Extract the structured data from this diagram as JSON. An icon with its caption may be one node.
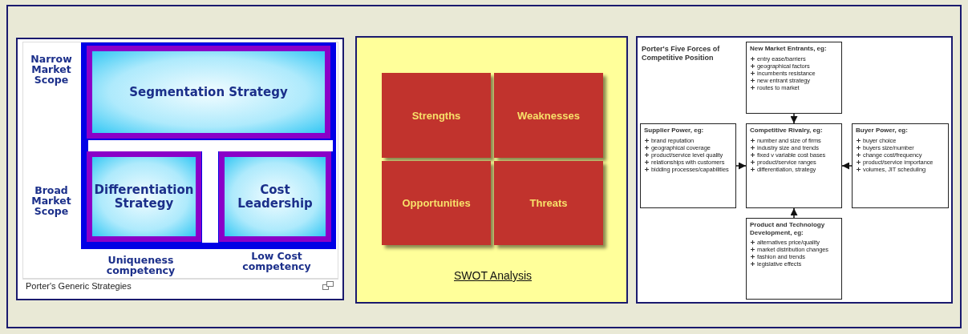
{
  "diagram": {
    "nodes": [
      {
        "text": [
          "Segmentation Strategy"
        ]
      },
      {
        "text": [
          "Differentiation Strategy"
        ]
      },
      {
        "text": [
          "Cost Leadership"
        ]
      },
      {
        "text": [
          "Strengths"
        ]
      },
      {
        "text": [
          "Weaknesses"
        ]
      },
      {
        "text": [
          "Opportunities"
        ]
      },
      {
        "text": [
          "Threats"
        ]
      },
      {
        "text": [
          "New Market Entrants, eg:",
          "entry ease/barriers",
          "geographical factors",
          "incumbents resistance",
          "new entrant strategy",
          "routes to market"
        ]
      },
      {
        "text": [
          "Supplier Power, eg:",
          "brand reputation",
          "geographical coverage",
          "product/service level quality",
          "relationships with customers",
          "bidding processes/capabilities"
        ]
      },
      {
        "text": [
          "Competitive Rivalry, eg:",
          "number and size of firms",
          "industry size and trends",
          "fixed v variable cost bases",
          "product/service ranges",
          "differentiation, strategy"
        ]
      },
      {
        "text": [
          "Buyer Power, eg:",
          "buyer choice",
          "buyers size/number",
          "change cost/frequency",
          "product/service importance",
          "volumes, JIT scheduling"
        ]
      },
      {
        "text": [
          "Product and Technology Development, eg:",
          "alternatives price/quality",
          "market distribution changes",
          "fashion and trends",
          "legislative effects"
        ]
      }
    ],
    "edges": [
      {
        "from": 7,
        "to": 9,
        "arrow": "to"
      },
      {
        "from": 8,
        "to": 9,
        "arrow": "to"
      },
      {
        "from": 10,
        "to": 9,
        "arrow": "to"
      },
      {
        "from": 11,
        "to": 9,
        "arrow": "to"
      }
    ],
    "labels": [
      "Narrow Market Scope",
      "Broad Market Scope",
      "Uniqueness competency",
      "Low Cost competency",
      "Porter's Generic Strategies",
      "SWOT Analysis",
      "Porter's Five Forces of Competitive Position"
    ]
  }
}
